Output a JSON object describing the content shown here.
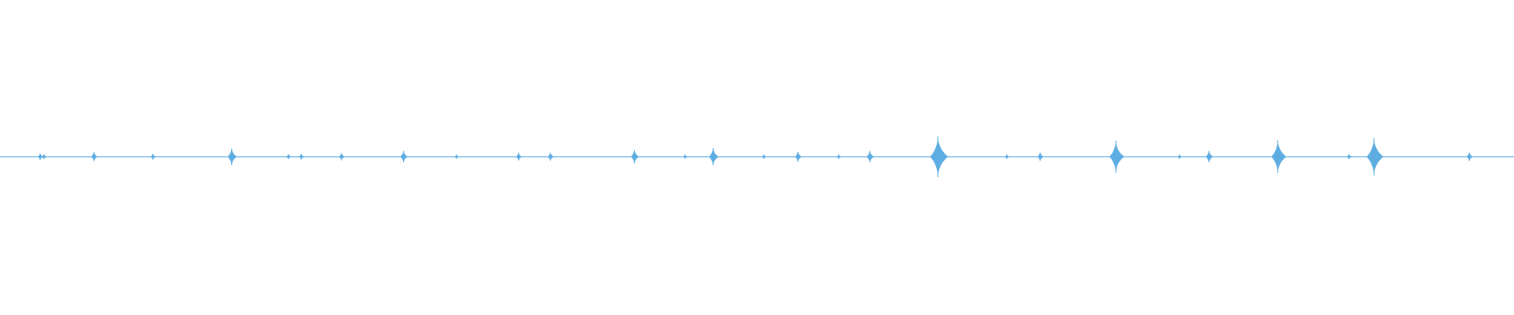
{
  "waveform": {
    "color": "#5dade2",
    "peaks": [
      {
        "t": 0.0265,
        "a": 0.16
      },
      {
        "t": 0.029,
        "a": 0.12
      },
      {
        "t": 0.062,
        "a": 0.22
      },
      {
        "t": 0.101,
        "a": 0.14
      },
      {
        "t": 0.153,
        "a": 0.4
      },
      {
        "t": 0.1905,
        "a": 0.12
      },
      {
        "t": 0.199,
        "a": 0.14
      },
      {
        "t": 0.2255,
        "a": 0.18
      },
      {
        "t": 0.2665,
        "a": 0.28
      },
      {
        "t": 0.3015,
        "a": 0.1
      },
      {
        "t": 0.3425,
        "a": 0.18
      },
      {
        "t": 0.3635,
        "a": 0.2
      },
      {
        "t": 0.419,
        "a": 0.32
      },
      {
        "t": 0.4525,
        "a": 0.1
      },
      {
        "t": 0.471,
        "a": 0.42
      },
      {
        "t": 0.5045,
        "a": 0.1
      },
      {
        "t": 0.527,
        "a": 0.24
      },
      {
        "t": 0.554,
        "a": 0.1
      },
      {
        "t": 0.5745,
        "a": 0.28
      },
      {
        "t": 0.6195,
        "a": 1.0
      },
      {
        "t": 0.665,
        "a": 0.1
      },
      {
        "t": 0.687,
        "a": 0.2
      },
      {
        "t": 0.737,
        "a": 0.78
      },
      {
        "t": 0.779,
        "a": 0.1
      },
      {
        "t": 0.7985,
        "a": 0.28
      },
      {
        "t": 0.844,
        "a": 0.8
      },
      {
        "t": 0.891,
        "a": 0.12
      },
      {
        "t": 0.9075,
        "a": 0.92
      },
      {
        "t": 0.9705,
        "a": 0.2
      }
    ]
  }
}
